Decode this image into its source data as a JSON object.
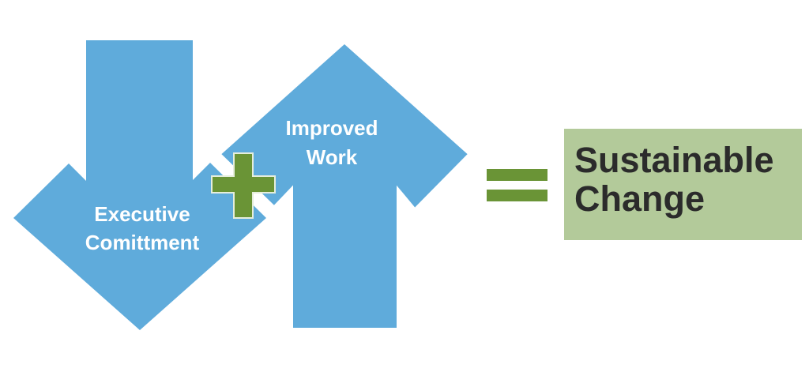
{
  "diagram": {
    "down_arrow": {
      "label_line1": "Executive",
      "label_line2": "Comittment",
      "color": "#5fabdb"
    },
    "plus": {
      "symbol": "+",
      "color": "#6a9436"
    },
    "up_arrow": {
      "label_line1": "Improved",
      "label_line2": "Work",
      "color": "#5fabdb"
    },
    "equals": {
      "symbol": "=",
      "color": "#6a9436"
    },
    "result_box": {
      "label_line1": "Sustainable",
      "label_line2": "Change",
      "background": "#b3ca9a",
      "text_color": "#2b2b2b"
    }
  }
}
